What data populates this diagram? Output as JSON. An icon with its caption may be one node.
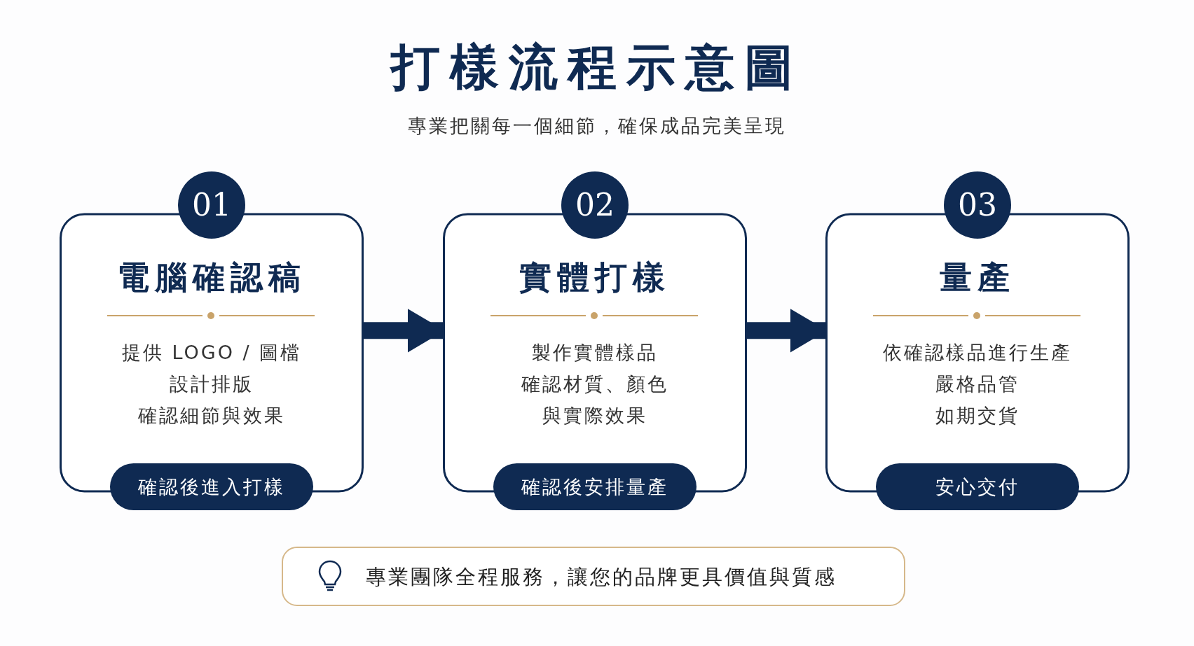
{
  "diagram": {
    "title": "打樣流程示意圖",
    "caption": "專業把關每一個細節，確保成品完美呈現",
    "nodes": [
      {
        "text": [
          "01",
          "電腦確認稿",
          "提供 LOGO / 圖檔",
          "設計排版",
          "確認細節與效果",
          "確認後進入打樣"
        ]
      },
      {
        "text": [
          "02",
          "實體打樣",
          "製作實體樣品",
          "確認材質、顏色",
          "與實際效果",
          "確認後安排量產"
        ]
      },
      {
        "text": [
          "03",
          "量產",
          "依確認樣品進行生產",
          "嚴格品管",
          "如期交貨",
          "安心交付"
        ]
      },
      {
        "text": [
          "專業團隊全程服務，讓您的品牌更具價值與質感"
        ]
      }
    ],
    "edges": [
      {
        "from": 0,
        "to": 1,
        "arrow": "to"
      },
      {
        "from": 1,
        "to": 2,
        "arrow": "to"
      }
    ]
  }
}
